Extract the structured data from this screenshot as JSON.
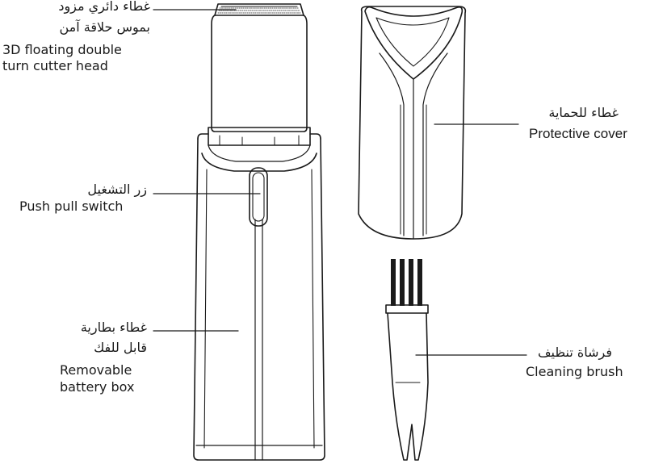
{
  "labels": {
    "cutter_head": {
      "ar_line1": "غطاء دائري مزود",
      "ar_line2": "بموس حلاقة آمن",
      "en_line1": "3D floating double",
      "en_line2": "turn cutter head"
    },
    "switch": {
      "ar": "زر التشغيل",
      "en": "Push pull switch"
    },
    "battery": {
      "ar_line1": "غطاء بطارية",
      "ar_line2": "قابل للفك",
      "en_line1": "Removable",
      "en_line2": "battery box"
    },
    "cover": {
      "ar": "غطاء للحماية",
      "en": "Protective cover"
    },
    "brush": {
      "ar": "فرشاة تنظيف",
      "en": "Cleaning brush"
    }
  },
  "colors": {
    "stroke": "#1a1a1a",
    "background": "#ffffff"
  }
}
